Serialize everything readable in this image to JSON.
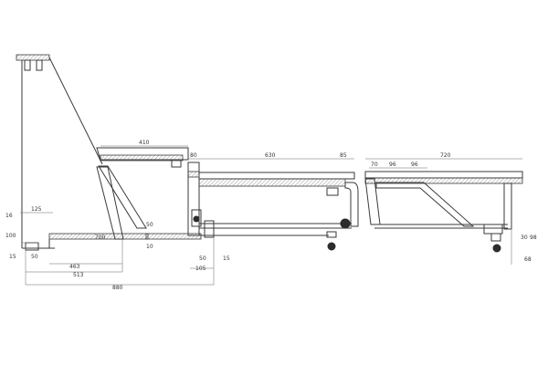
{
  "labels": {
    "d410": "410",
    "d630": "630",
    "d720": "720",
    "d80": "80",
    "d85": "85",
    "d70": "70",
    "d96a": "96",
    "d96b": "96",
    "d125": "125",
    "d16": "16",
    "d100": "100",
    "d15a": "15",
    "d50a": "50",
    "d463": "463",
    "d513": "513",
    "d880": "880",
    "d50b": "50",
    "d10": "10",
    "d50c": "50",
    "d105": "105",
    "d15b": "15",
    "d30": "30",
    "d98": "98",
    "d68": "68",
    "d700": "700"
  },
  "colors": {
    "line": "#3a3a3a",
    "background": "#ffffff"
  }
}
